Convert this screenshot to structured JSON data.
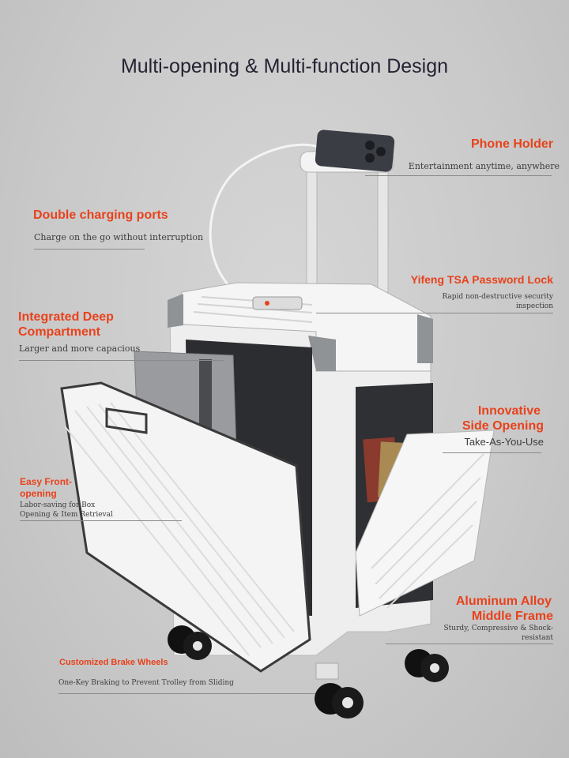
{
  "title": "Multi-opening & Multi-function Design",
  "features": {
    "phone_holder": {
      "heading": "Phone Holder",
      "desc": "Entertainment anytime, anywhere"
    },
    "charging": {
      "heading": "Double charging ports",
      "desc": "Charge on the go without interruption"
    },
    "tsa_lock": {
      "heading": "Yifeng TSA Password Lock",
      "desc_line1": "Rapid non-destructive security",
      "desc_line2": "inspection"
    },
    "compartment": {
      "heading_line1": "Integrated Deep",
      "heading_line2": "Compartment",
      "desc": "Larger and more capacious"
    },
    "side_opening": {
      "heading_line1": "Innovative",
      "heading_line2": "Side Opening",
      "desc": "Take-As-You-Use"
    },
    "front_opening": {
      "heading_line1": "Easy Front-",
      "heading_line2": "opening",
      "desc_line1": "Labor-saving for Box",
      "desc_line2": "Opening & Item Retrieval"
    },
    "frame": {
      "heading_line1": "Aluminum Alloy",
      "heading_line2": "Middle Frame",
      "desc_line1": "Sturdy, Compressive & Shock-",
      "desc_line2": "resistant"
    },
    "brake": {
      "heading": "Customized Brake Wheels",
      "desc": "One-Key Braking to Prevent Trolley from Sliding"
    }
  },
  "colors": {
    "accent": "#e8421c",
    "title": "#262233",
    "background": "#c9c9c9",
    "shell": "#f2f2f2"
  }
}
